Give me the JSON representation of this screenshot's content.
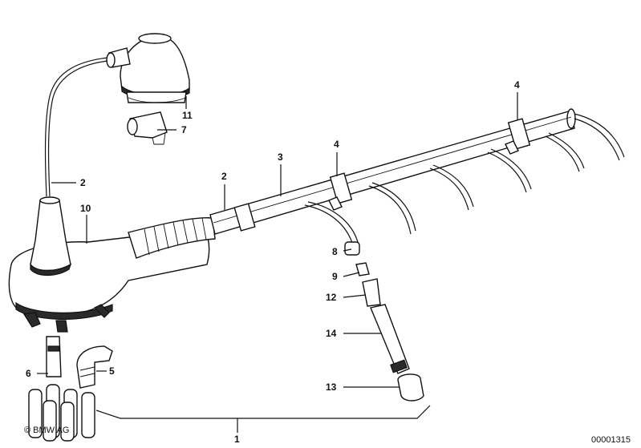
{
  "callouts": {
    "c1": "1",
    "c2a": "2",
    "c2b": "2",
    "c3": "3",
    "c4a": "4",
    "c4b": "4",
    "c5": "5",
    "c6": "6",
    "c7": "7",
    "c8": "8",
    "c9": "9",
    "c10": "10",
    "c11": "11",
    "c12": "12",
    "c13": "13",
    "c14": "14"
  },
  "footer": {
    "copyright": "© BMW AG",
    "image_number": "00001315"
  }
}
